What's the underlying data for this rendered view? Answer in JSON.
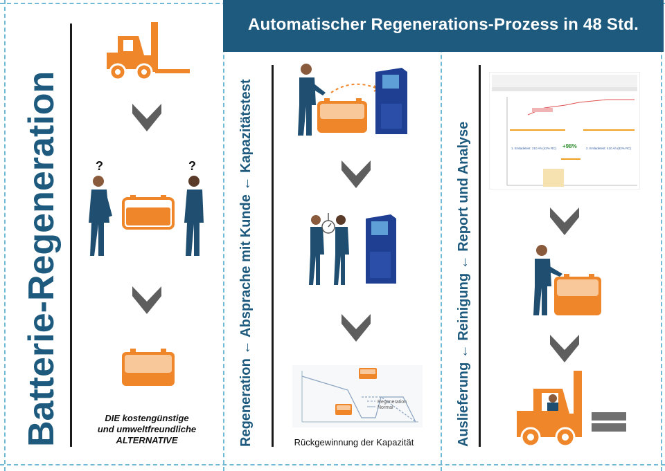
{
  "banner": {
    "title": "Automatischer Regenerations-Prozess in 48 Std."
  },
  "left_panel": {
    "title": "Batterie-Regeneration",
    "tagline_line1": "DIE kostengünstige",
    "tagline_line2": "und umweltfreundliche",
    "tagline_line3": "ALTERNATIVE",
    "question_mark": "?"
  },
  "middle_panel": {
    "vertical_label": "Regeneration ← Absprache mit Kunde ← Kapazitätstest",
    "caption": "Rückgewinnung der Kapazität",
    "mini_chart": {
      "legend_regeneration": "Regeneration",
      "legend_normal": "Normal"
    }
  },
  "right_panel": {
    "vertical_label": "Auslieferung ← Reinigung ← Report und Analyse",
    "report": {
      "highlight": "+98%",
      "label1": "1. Entladetest: 210 Ah (42% RC)",
      "label2": "2. Entladetest: 410 Ah (82% RC)"
    }
  },
  "colors": {
    "orange": "#f0862a",
    "orange_light": "#f8c79a",
    "navy": "#1d5a7e",
    "dash": "#6fb8d6",
    "chevron": "#5e5e5e",
    "person": "#1f4e70",
    "machine": "#1f3f93"
  }
}
